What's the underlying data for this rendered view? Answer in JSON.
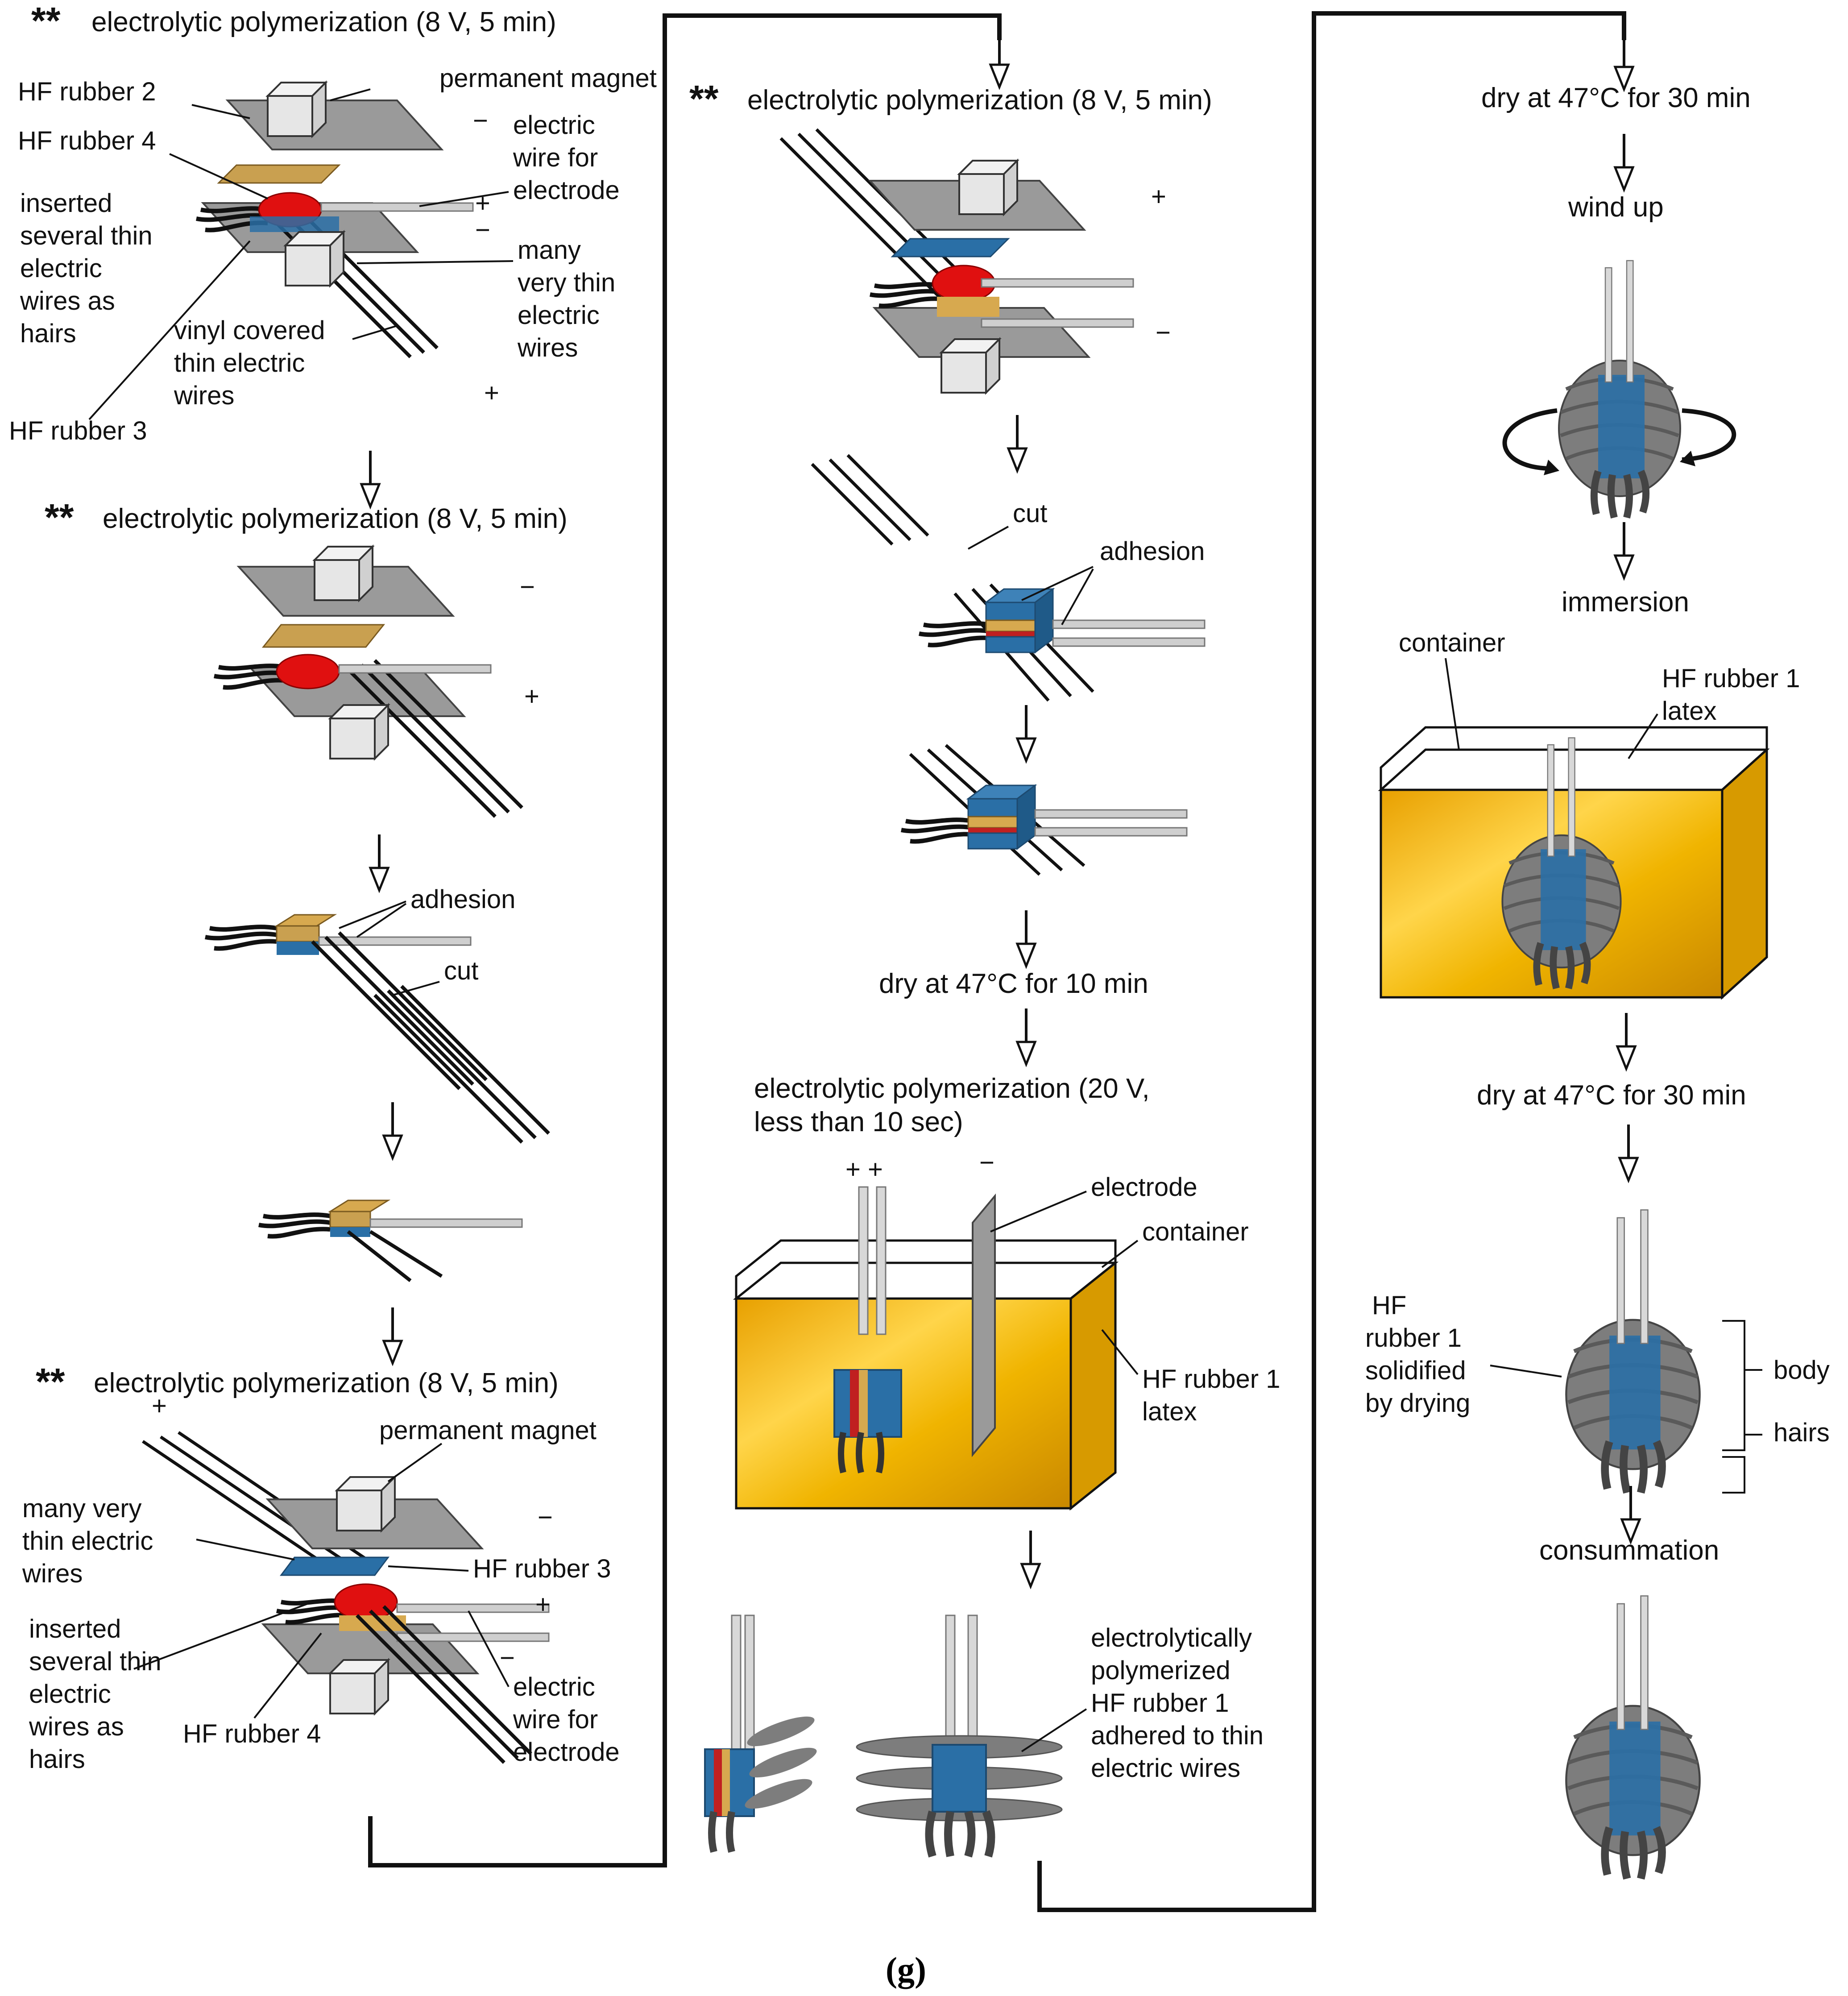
{
  "caption": "(g)",
  "colors": {
    "latex": "#f2b000",
    "rubber_red": "#e01010",
    "rubber_blue": "#2a6fa6",
    "rubber_tan": "#c9a050",
    "plate": "#8f8f8f",
    "wound": "#7d7d7d"
  },
  "steps": {
    "ep_8v": "electrolytic polymerization (8 V, 5 min)",
    "ep_20v_line1": "electrolytic polymerization (20 V,",
    "ep_20v_line2": "less than 10 sec)",
    "dry_10": "dry at 47°C for 10 min",
    "dry_30": "dry at 47°C for 30 min",
    "wind_up": "wind up",
    "immersion": "immersion",
    "consummation": "consummation",
    "stars": "**"
  },
  "labels": {
    "permanent_magnet": "permanent magnet",
    "hf_rubber_1": "HF rubber 1",
    "hf_rubber_2": "HF rubber 2",
    "hf_rubber_3": "HF rubber 3",
    "hf_rubber_4": "HF rubber 4",
    "electric": "electric",
    "wire_for": "wire for",
    "electrode": "electrode",
    "inserted": "inserted",
    "several_thin": "several thin",
    "wires_as": "wires as",
    "hairs": "hairs",
    "many": "many",
    "very_thin": "very thin",
    "electric_wires": "electric",
    "wires": "wires",
    "vinyl_covered": "vinyl covered",
    "thin_electric": "thin electric",
    "adhesion": "adhesion",
    "cut": "cut",
    "many_very": "many very",
    "container": "container",
    "latex": "latex",
    "electrolytically": "electrolytically",
    "polymerized": "polymerized",
    "adhered_to_thin": "adhered to thin",
    "electric_wires_full": "electric wires",
    "hf": "HF",
    "rubber_1": "rubber 1",
    "solidified": "solidified",
    "by_drying": "by drying",
    "body": "body",
    "hairs_label": "hairs",
    "plus": "+",
    "minus": "−",
    "plus_plus": "+ +"
  }
}
